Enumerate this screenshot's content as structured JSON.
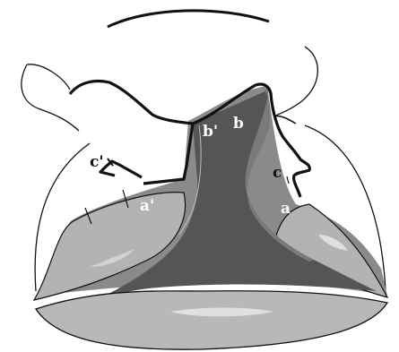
{
  "labels": {
    "a": "a",
    "a_prime": "a'",
    "b": "b",
    "b_prime": "b'",
    "c": "c",
    "c_prime": "c'"
  },
  "colors": {
    "outline": "#111111",
    "dark_region": "#555555",
    "medium_region": "#8a8a8a",
    "light_region": "#b3b3b3",
    "highlight": "#dedede",
    "background": "#ffffff"
  }
}
